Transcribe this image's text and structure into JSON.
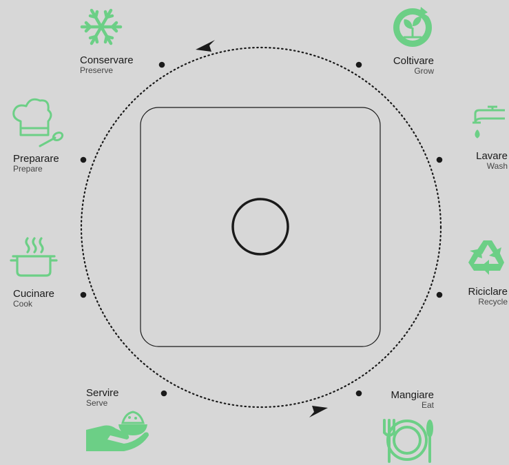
{
  "colors": {
    "background": "#d7d7d7",
    "accent": "#6ccf86",
    "line": "#1a1a1a"
  },
  "stages": [
    {
      "id": "coltivare",
      "italian": "Coltivare",
      "english": "Grow",
      "icon": "grow-icon"
    },
    {
      "id": "lavare",
      "italian": "Lavare",
      "english": "Wash",
      "icon": "faucet-icon"
    },
    {
      "id": "riciclare",
      "italian": "Riciclare",
      "english": "Recycle",
      "icon": "recycle-icon"
    },
    {
      "id": "mangiare",
      "italian": "Mangiare",
      "english": "Eat",
      "icon": "plate-cutlery-icon"
    },
    {
      "id": "servire",
      "italian": "Servire",
      "english": "Serve",
      "icon": "serving-hand-icon"
    },
    {
      "id": "cucinare",
      "italian": "Cucinare",
      "english": "Cook",
      "icon": "cooking-pot-icon"
    },
    {
      "id": "preparare",
      "italian": "Preparare",
      "english": "Prepare",
      "icon": "chef-hat-icon"
    },
    {
      "id": "conservare",
      "italian": "Conservare",
      "english": "Preserve",
      "icon": "snowflake-icon"
    }
  ]
}
